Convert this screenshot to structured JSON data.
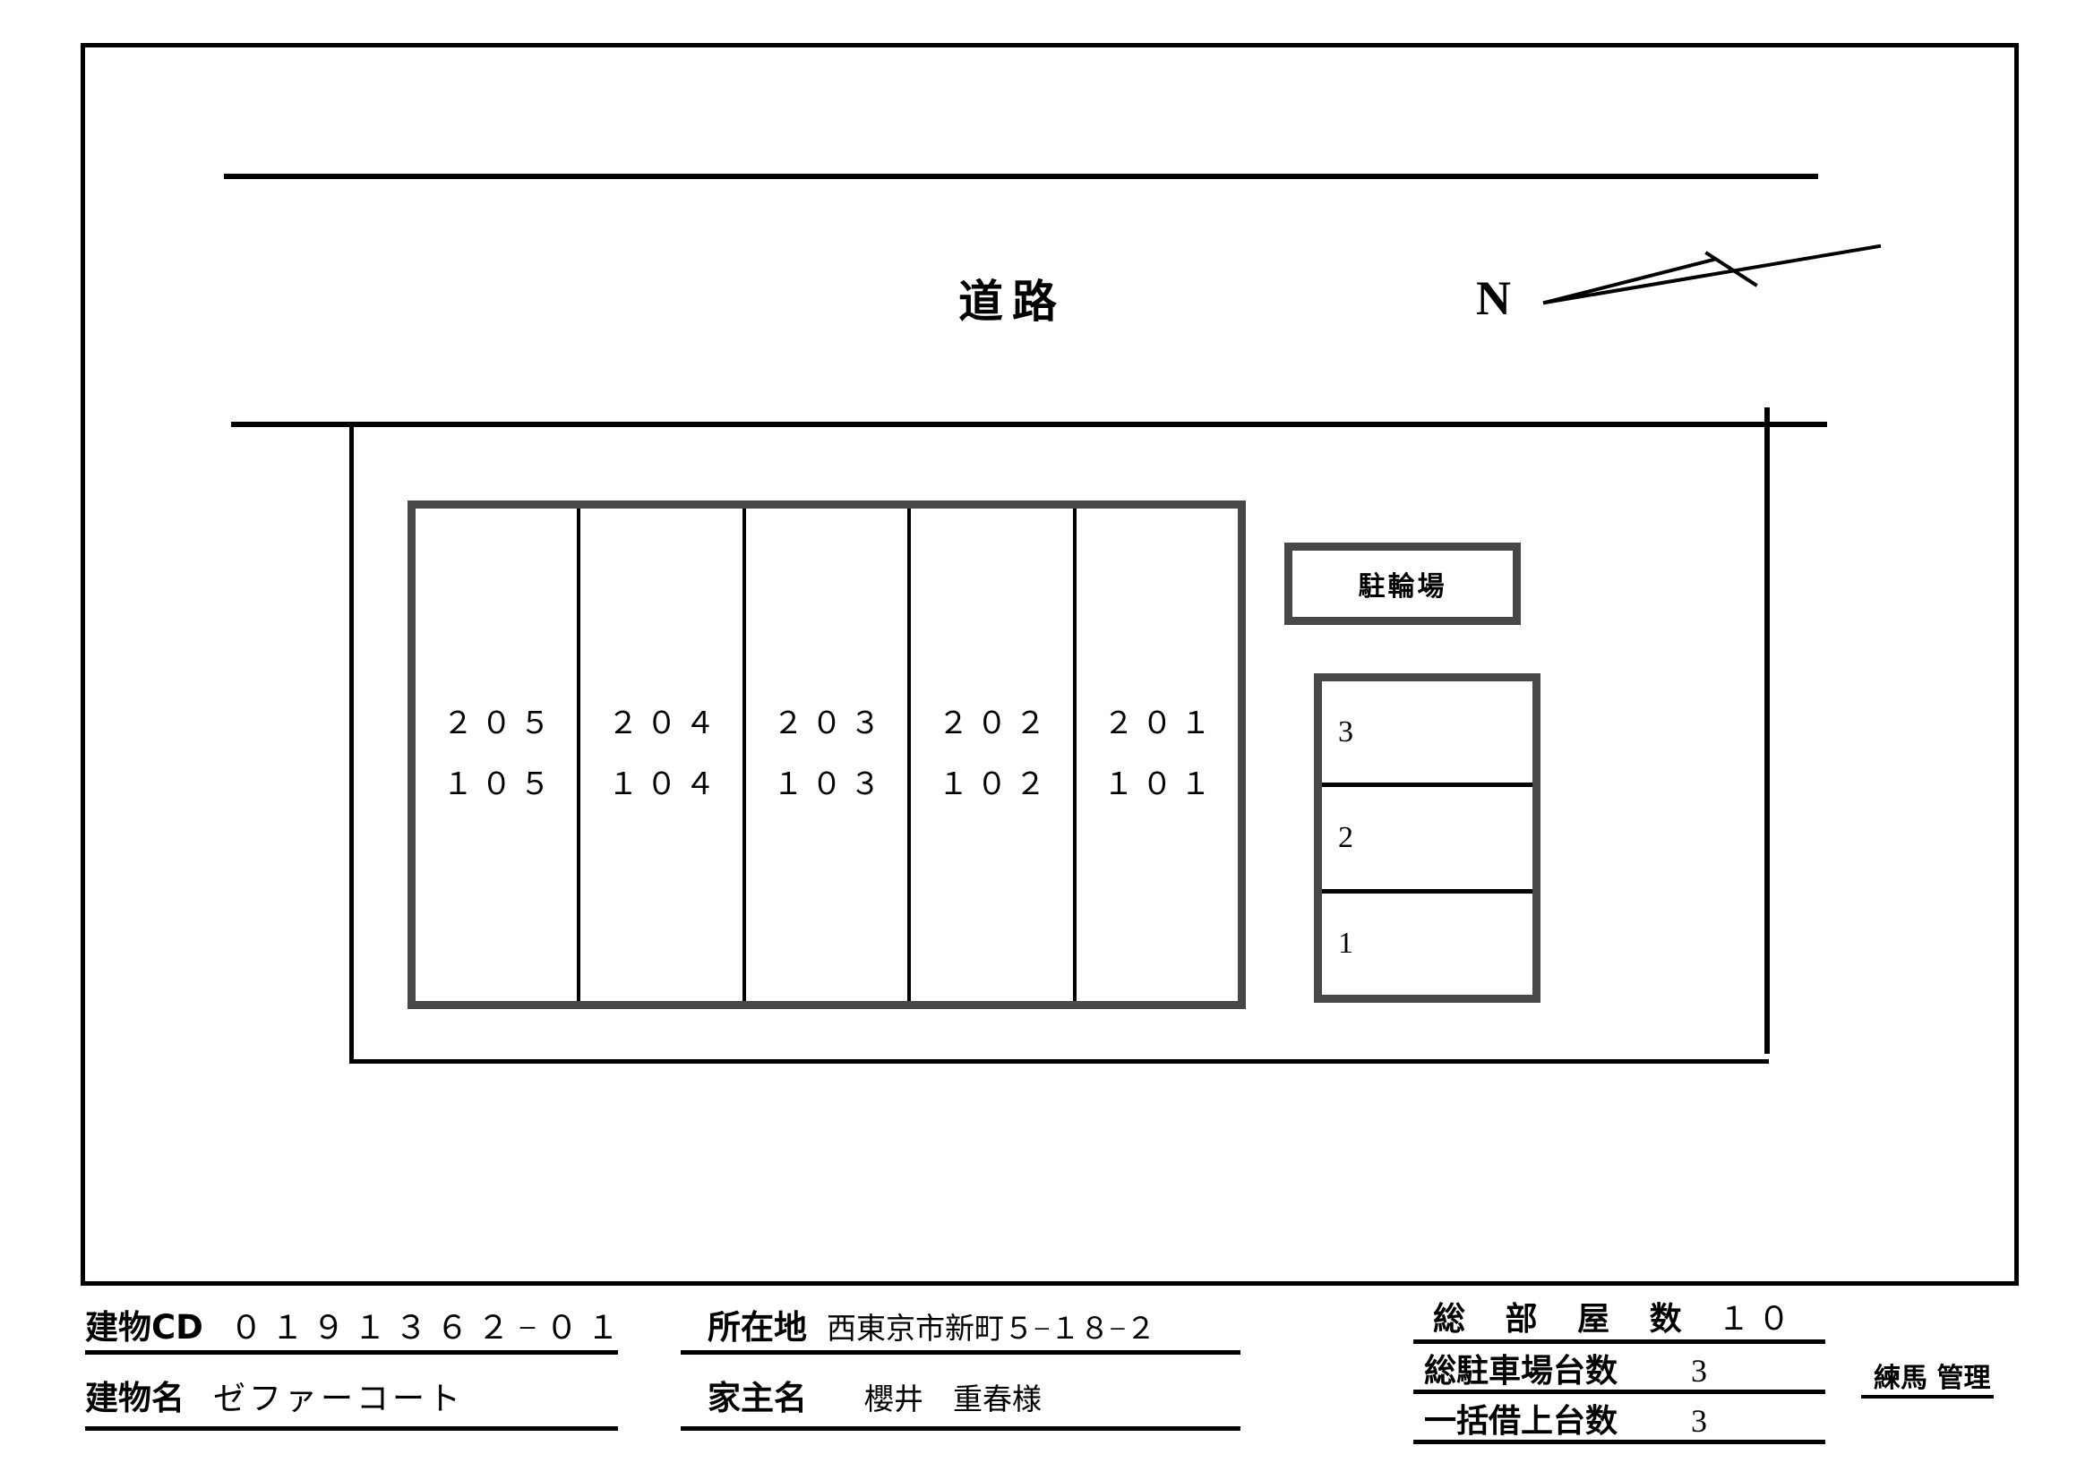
{
  "document": {
    "type": "site-plan",
    "road_label": "道路",
    "north_label": "N"
  },
  "building": {
    "units": [
      {
        "upper": "２０５",
        "lower": "１０５"
      },
      {
        "upper": "２０４",
        "lower": "１０４"
      },
      {
        "upper": "２０３",
        "lower": "１０３"
      },
      {
        "upper": "２０２",
        "lower": "１０２"
      },
      {
        "upper": "２０１",
        "lower": "１０１"
      }
    ]
  },
  "bicycle_parking": {
    "label": "駐輪場"
  },
  "car_parking": {
    "stalls": [
      "3",
      "2",
      "1"
    ]
  },
  "footer": {
    "building_cd_key": "建物CD",
    "building_cd_value": "０１９１３６２−０１",
    "building_name_key": "建物名",
    "building_name_value": "ゼファーコート",
    "address_key": "所在地",
    "address_value": "西東京市新町５−１８−２",
    "owner_key": "家主名",
    "owner_value": "櫻井　重春様"
  },
  "summary": {
    "total_rooms_key": "総 部 屋 数",
    "total_rooms_value": "１０",
    "total_parking_key": "総駐車場台数",
    "total_parking_value": "3",
    "master_lease_key": "一括借上台数",
    "master_lease_value": "3",
    "manager": "練馬 管理"
  },
  "colors": {
    "ink": "#000000",
    "wall_gray": "#484848",
    "paper": "#ffffff"
  }
}
